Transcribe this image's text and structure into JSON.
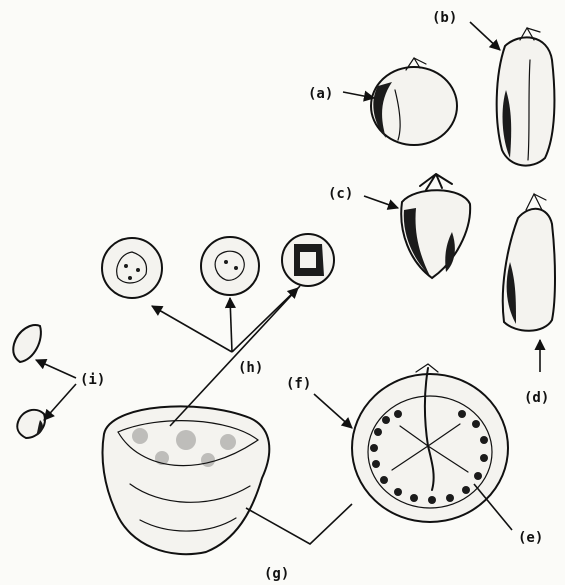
{
  "labels": {
    "a": "(a)",
    "b": "(b)",
    "c": "(c)",
    "d": "(d)",
    "e": "(e)",
    "f": "(f)",
    "g": "(g)",
    "h": "(h)",
    "i": "(i)"
  },
  "colors": {
    "ink": "#111111",
    "paper": "#fbfbf8"
  }
}
